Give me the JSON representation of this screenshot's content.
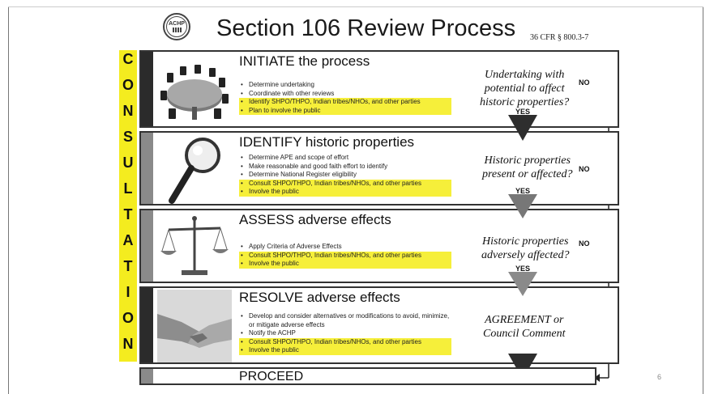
{
  "header": {
    "seal_text": "ACHP",
    "title": "Section 106 Review Process",
    "citation": "36 CFR § 800.3-7"
  },
  "consultation_letters": [
    "C",
    "O",
    "N",
    "S",
    "U",
    "L",
    "T",
    "A",
    "T",
    "I",
    "O",
    "N"
  ],
  "steps": [
    {
      "title": "INITIATE the process",
      "bullets": [
        {
          "text": "Determine undertaking",
          "highlight": false
        },
        {
          "text": "Coordinate with other reviews",
          "highlight": false
        },
        {
          "text": "Identify SHPO/THPO, Indian tribes/NHOs, and other parties",
          "highlight": true
        },
        {
          "text": "Plan to involve the public",
          "highlight": true
        }
      ],
      "question": [
        "Undertaking with",
        "potential to affect",
        "historic properties?"
      ],
      "no": "NO",
      "yes": "YES"
    },
    {
      "title": "IDENTIFY historic properties",
      "bullets": [
        {
          "text": "Determine APE and scope of effort",
          "highlight": false
        },
        {
          "text": "Make reasonable and good faith effort to identify",
          "highlight": false
        },
        {
          "text": "Determine National Register eligibility",
          "highlight": false
        },
        {
          "text": "Consult SHPO/THPO, Indian tribes/NHOs, and other parties",
          "highlight": true
        },
        {
          "text": "Involve the public",
          "highlight": true
        }
      ],
      "question": [
        "Historic properties",
        "present or affected?"
      ],
      "no": "NO",
      "yes": "YES"
    },
    {
      "title": "ASSESS adverse effects",
      "bullets": [
        {
          "text": "Apply Criteria of Adverse Effects",
          "highlight": false
        },
        {
          "text": "Consult SHPO/THPO, Indian tribes/NHOs, and other parties",
          "highlight": true
        },
        {
          "text": "Involve the public",
          "highlight": true
        }
      ],
      "question": [
        "Historic properties",
        "adversely affected?"
      ],
      "no": "NO",
      "yes": "YES"
    },
    {
      "title": "RESOLVE adverse effects",
      "bullets": [
        {
          "text": "Develop and consider alternatives or modifications to avoid, minimize, or mitigate adverse effects",
          "highlight": false
        },
        {
          "text": "Notify the ACHP",
          "highlight": false
        },
        {
          "text": "Consult SHPO/THPO, Indian tribes/NHOs, and other parties",
          "highlight": true
        },
        {
          "text": "Involve the public",
          "highlight": true
        }
      ],
      "question": [
        "AGREEMENT or",
        "Council Comment"
      ]
    }
  ],
  "proceed_label": "PROCEED",
  "slide_number": "6",
  "colors": {
    "consultation_bar": "#f4ec1f",
    "highlight": "#f6ef3a",
    "stripe_dark": "#2b2b2b",
    "stripe_gray": "#8a8a8a",
    "arrow_dark": "#2e2e2e",
    "arrow_gray": "#777777"
  },
  "icons": [
    "conference-table-icon",
    "magnifying-glass-icon",
    "scales-of-justice-icon",
    "handshake-icon"
  ]
}
